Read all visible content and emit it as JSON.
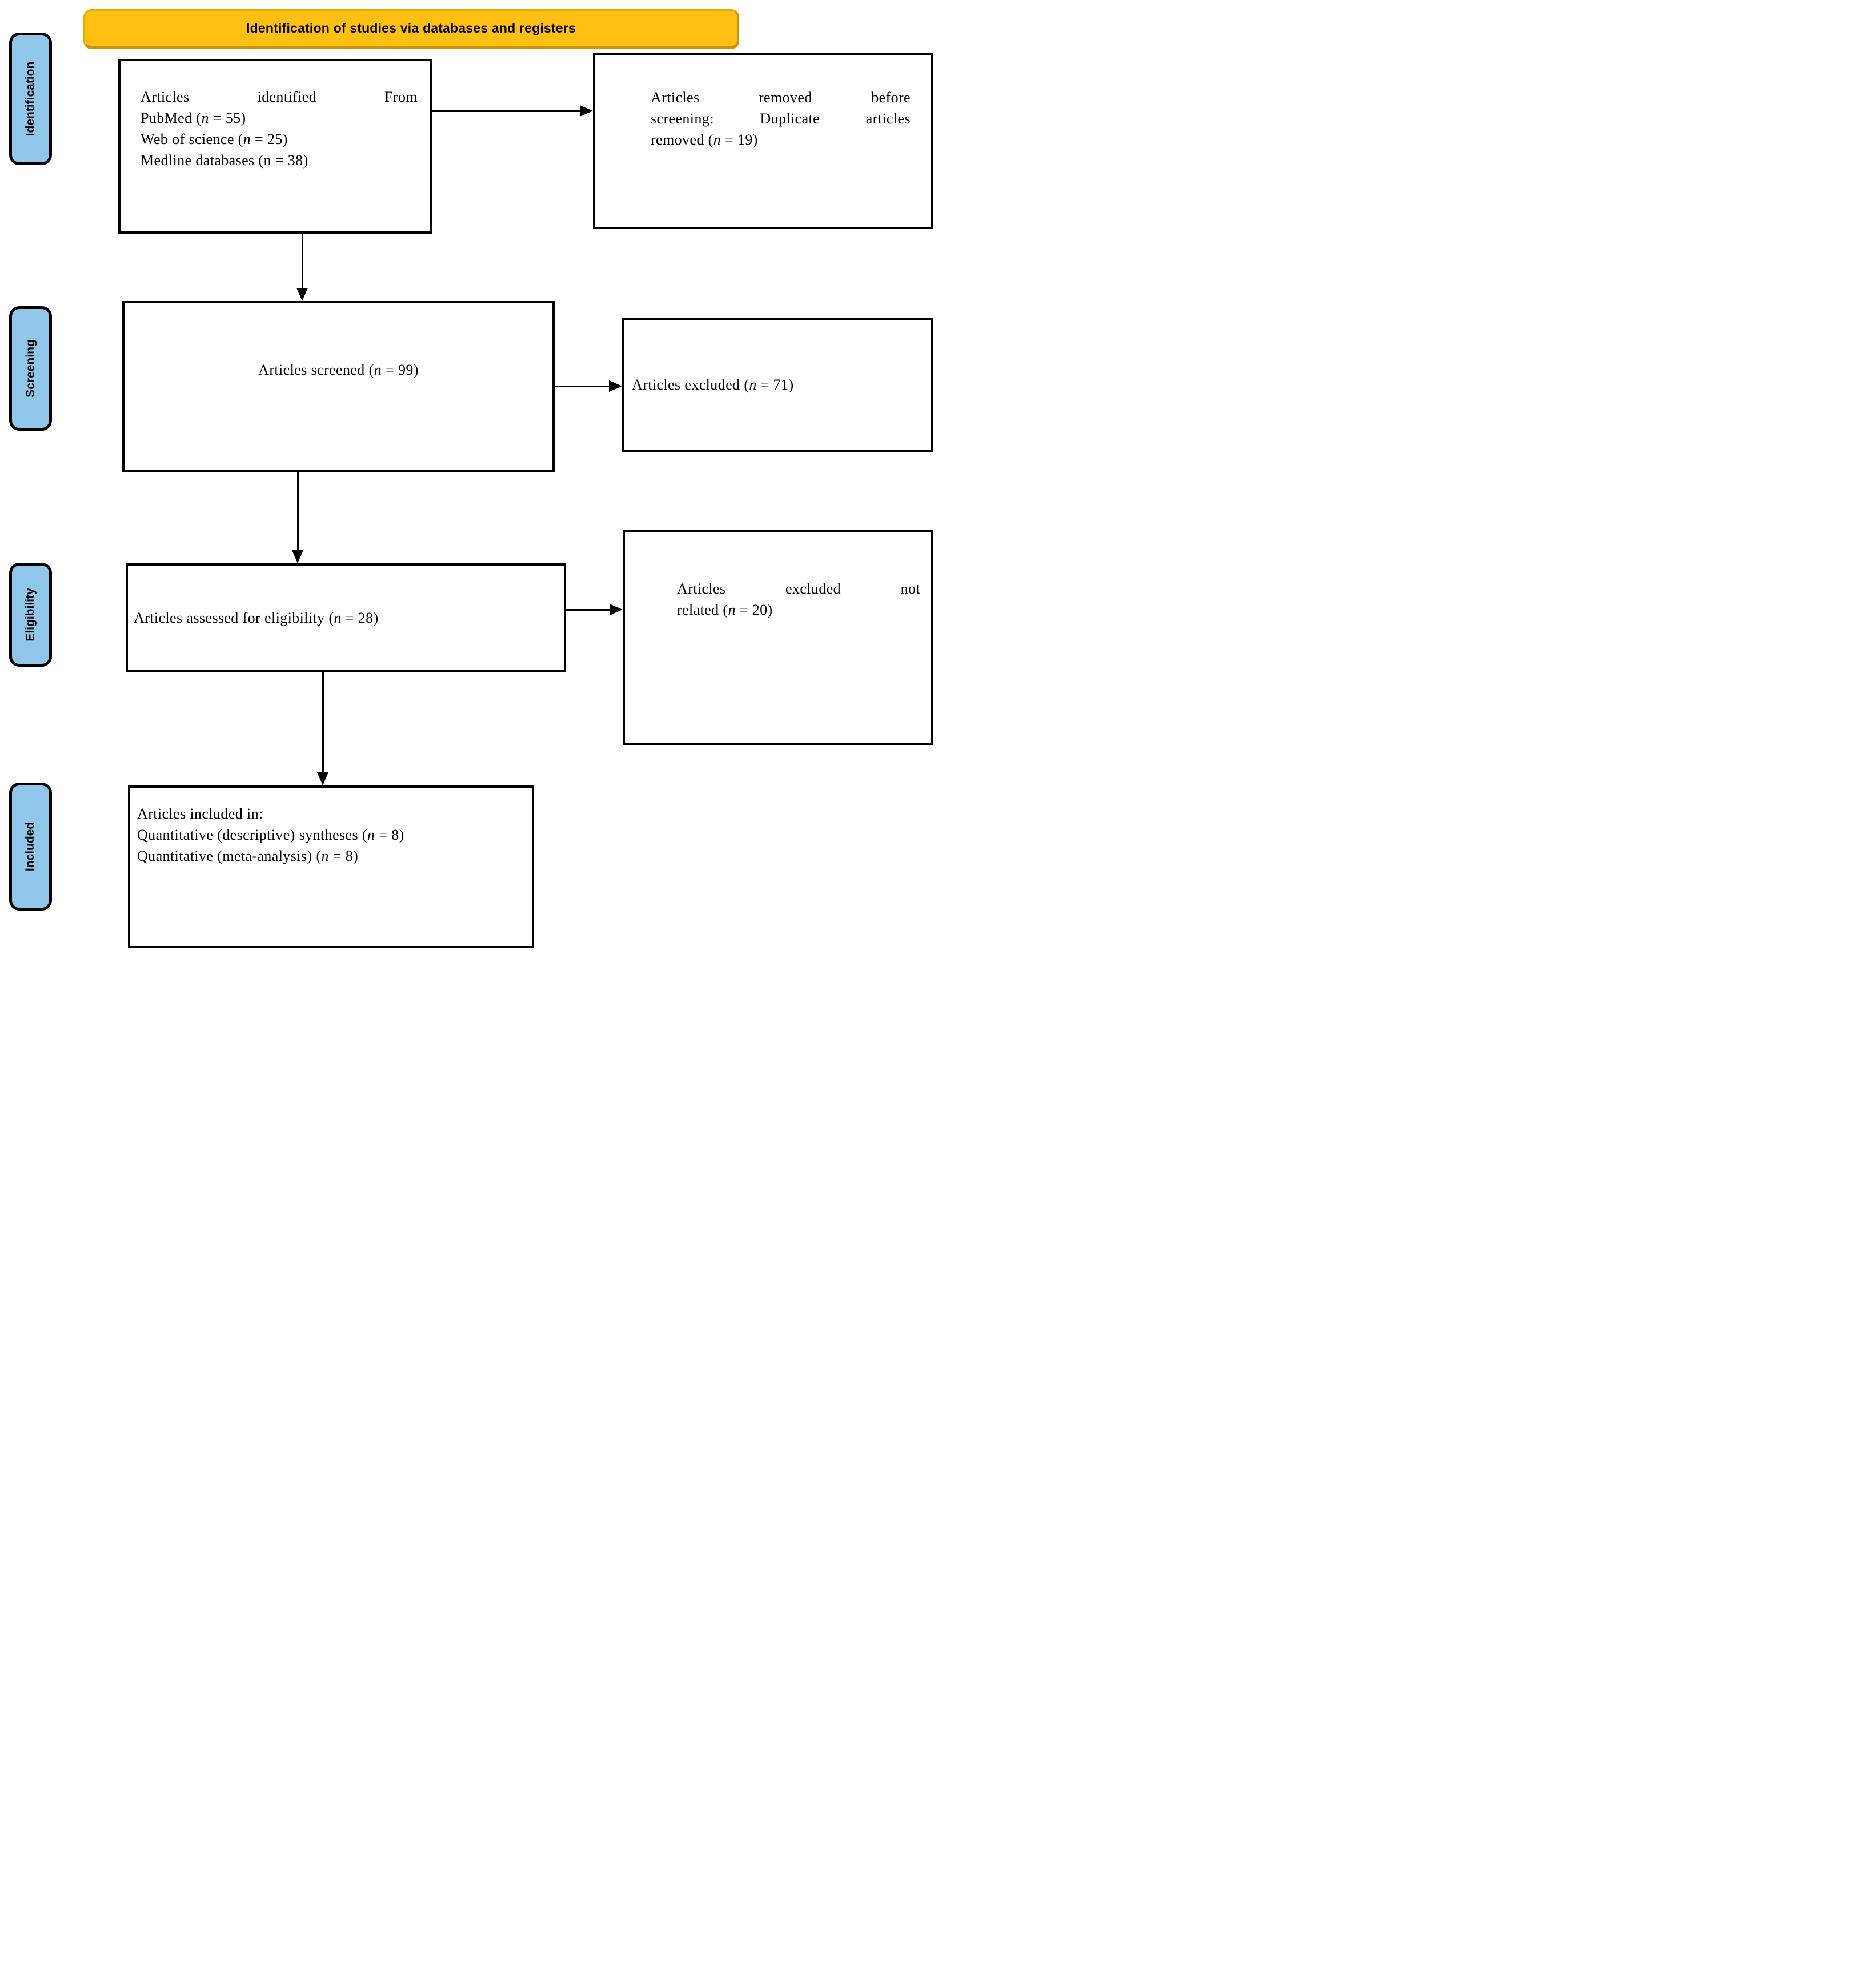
{
  "banner": {
    "title": "Identification of studies via databases and registers"
  },
  "sidebar": {
    "stages": [
      {
        "id": "identification",
        "label": "Identification"
      },
      {
        "id": "screening",
        "label": "Screening"
      },
      {
        "id": "eligibility",
        "label": "Eligibility"
      },
      {
        "id": "included",
        "label": "Included"
      }
    ]
  },
  "boxes": {
    "sources": {
      "lines": [
        {
          "justify": true,
          "segments": [
            {
              "text": "Articles identified From"
            }
          ]
        },
        {
          "segments": [
            {
              "text": "PubMed ("
            },
            {
              "text": "n",
              "italic": true
            },
            {
              "text": " = 55)"
            }
          ]
        },
        {
          "segments": [
            {
              "text": "Web of science ("
            },
            {
              "text": "n",
              "italic": true
            },
            {
              "text": " = 25)"
            }
          ]
        },
        {
          "segments": [
            {
              "text": "Medline databases (n = 38)"
            }
          ]
        }
      ]
    },
    "removed": {
      "lines": [
        {
          "justify": true,
          "segments": [
            {
              "text": "Articles removed before"
            }
          ]
        },
        {
          "justify": true,
          "segments": [
            {
              "text": "screening: Duplicate articles"
            }
          ]
        },
        {
          "segments": [
            {
              "text": "removed ("
            },
            {
              "text": "n",
              "italic": true
            },
            {
              "text": " = 19)"
            }
          ]
        }
      ]
    },
    "screened": {
      "lines": [
        {
          "align": "center",
          "segments": [
            {
              "text": "Articles screened ("
            },
            {
              "text": "n",
              "italic": true
            },
            {
              "text": " = 99)"
            }
          ]
        }
      ]
    },
    "excluded": {
      "lines": [
        {
          "segments": [
            {
              "text": "Articles excluded ("
            },
            {
              "text": "n",
              "italic": true
            },
            {
              "text": " = 71)"
            }
          ]
        }
      ]
    },
    "assessed": {
      "lines": [
        {
          "segments": [
            {
              "text": "Articles assessed for eligibility ("
            },
            {
              "text": "n",
              "italic": true
            },
            {
              "text": " = 28)"
            }
          ]
        }
      ]
    },
    "excluded_not_related": {
      "lines": [
        {
          "justify": true,
          "segments": [
            {
              "text": "Articles excluded not"
            }
          ]
        },
        {
          "segments": [
            {
              "text": "related ("
            },
            {
              "text": "n",
              "italic": true
            },
            {
              "text": " = 20)"
            }
          ]
        }
      ]
    },
    "included": {
      "lines": [
        {
          "segments": [
            {
              "text": "Articles included in:"
            }
          ]
        },
        {
          "segments": [
            {
              "text": "Quantitative (descriptive) syntheses ("
            },
            {
              "text": "n",
              "italic": true
            },
            {
              "text": " = 8)"
            }
          ]
        },
        {
          "segments": [
            {
              "text": "Quantitative (meta-analysis) ("
            },
            {
              "text": "n",
              "italic": true
            },
            {
              "text": " = 8)"
            }
          ]
        }
      ]
    }
  },
  "colors": {
    "banner_bg": "#FFC013",
    "banner_border": "#E8AC00",
    "banner_border_dark": "#C9940A",
    "sidebar_bg": "#8FC6EA",
    "ink": "#000000",
    "box_bg": "#FFFFFF"
  }
}
